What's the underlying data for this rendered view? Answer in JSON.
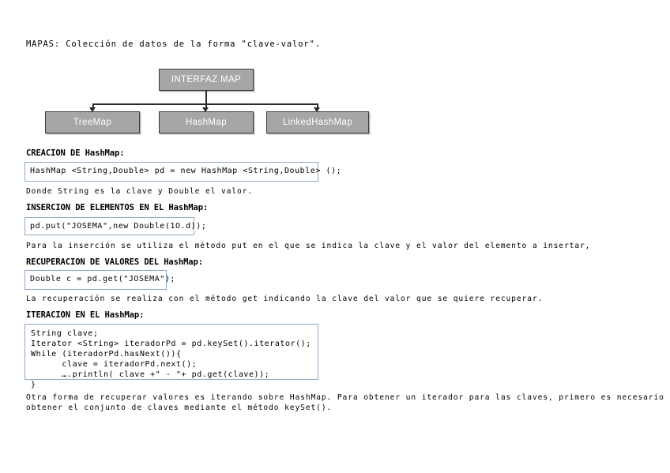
{
  "document": {
    "intro": "MAPAS: Colección de datos de la forma \"clave-valor\".",
    "diagram": {
      "root": "INTERFAZ MAP",
      "children": [
        "TreeMap",
        "HashMap",
        "LinkedHashMap"
      ],
      "node_fill": "#a6a6a6",
      "node_border": "#3a3a3a",
      "node_text_color": "#ffffff",
      "connector_color": "#2b2b2b"
    },
    "sections": [
      {
        "heading": "CREACION DE HashMap:",
        "code": "HashMap <String,Double> pd = new HashMap <String,Double> ();",
        "paragraph": "Donde String es la clave y Double el valor."
      },
      {
        "heading": "INSERCION DE ELEMENTOS EN EL HashMap:",
        "code": "pd.put(\"JOSEMA\",new Double(1O.d));",
        "paragraph": "Para la inserción se utiliza el método put en el que se indica la clave y el valor del elemento a insertar,"
      },
      {
        "heading": "RECUPERACION DE VALORES DEL HashMap:",
        "code": "Double c = pd.get(\"JOSEMA\");",
        "paragraph": "La recuperación se realiza con el método get indicando la clave del valor que se quiere recuperar."
      },
      {
        "heading": "ITERACION EN EL HashMap:",
        "code": "String clave;\nIterator <String> iteradorPd = pd.keySet().iterator();\nWhile (iteradorPd.hasNext()){\n      clave = iteradorPd.next();\n      ….println( clave +\" - \"+ pd.get(clave));\n}",
        "paragraph": "Otra forma de recuperar valores es iterando sobre HashMap. Para obtener un iterador para las claves, primero es necesario\nobtener el conjunto de claves mediante el método keySet()."
      }
    ],
    "code_border_color": "#8faac4"
  }
}
